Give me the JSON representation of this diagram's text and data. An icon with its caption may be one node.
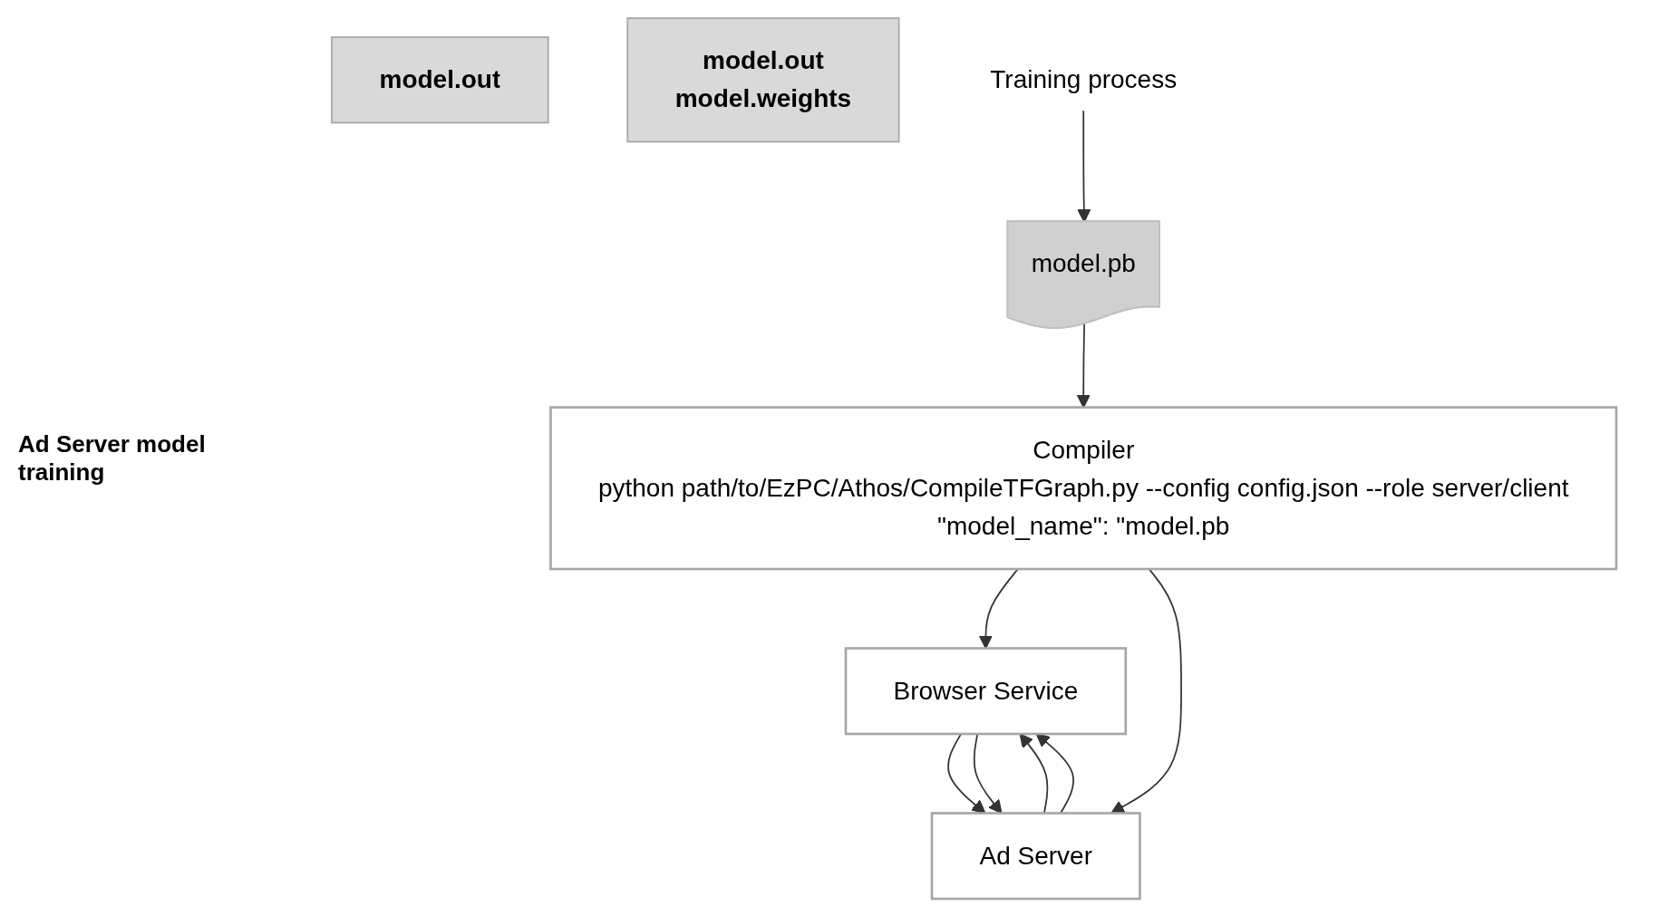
{
  "diagram": {
    "nodes": [
      {
        "text": [
          "Browser Service"
        ]
      },
      {
        "text": [
          "Ad Server"
        ]
      },
      {
        "text": [
          "model.out"
        ]
      },
      {
        "text": [
          "model.out",
          "model.weights"
        ]
      },
      {
        "text": [
          "Compiler",
          "python path/to/EzPC/Athos/CompileTFGraph.py --config config.json --role server/client",
          "\"model_name\": \"model.pb"
        ]
      },
      {
        "text": [
          "model.pb"
        ]
      },
      {
        "text": [
          "Training process"
        ]
      }
    ],
    "edges": [
      {
        "from": 0,
        "to": 1,
        "arrow": "to"
      },
      {
        "from": 1,
        "to": 0,
        "arrow": "to"
      },
      {
        "from": 0,
        "to": 1,
        "arrow": "to"
      },
      {
        "from": 1,
        "to": 0,
        "arrow": "to"
      },
      {
        "from": 4,
        "to": 0,
        "arrow": "to"
      },
      {
        "from": 4,
        "to": 1,
        "arrow": "to"
      },
      {
        "from": 6,
        "to": 5,
        "arrow": "to"
      },
      {
        "from": 5,
        "to": 4,
        "arrow": "to"
      }
    ],
    "labels": [
      "Ad Server model training"
    ]
  }
}
